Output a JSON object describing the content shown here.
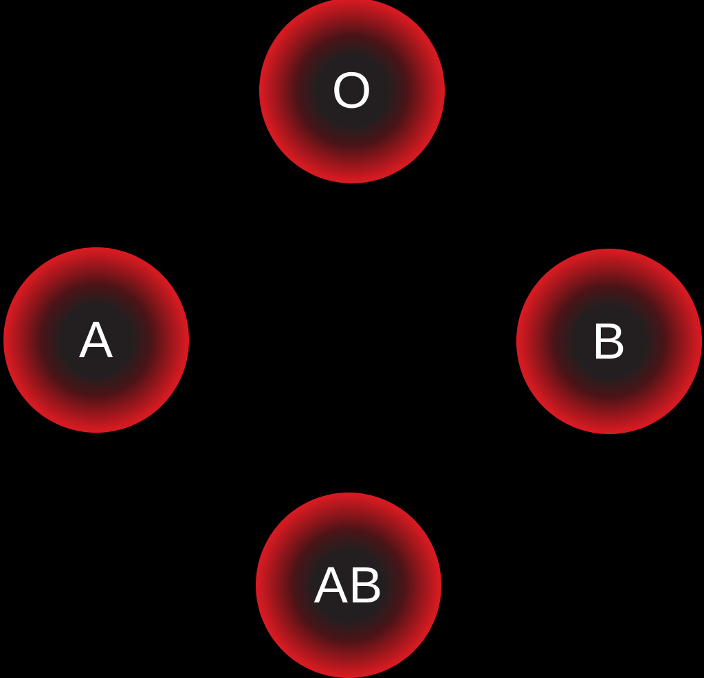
{
  "diagram": {
    "description": "Blood group diagram with four blood-type cells arranged in a diamond: O on top, A on the left, B on the right, AB on the bottom",
    "background_color": "#000000",
    "node_style": {
      "outer_ring_color": "#ed1c24",
      "core_color": "#231f20",
      "label_color": "#ffffff",
      "shape": "circle"
    },
    "nodes": [
      {
        "id": "o",
        "label": "O",
        "position": "top"
      },
      {
        "id": "a",
        "label": "A",
        "position": "left"
      },
      {
        "id": "b",
        "label": "B",
        "position": "right"
      },
      {
        "id": "ab",
        "label": "AB",
        "position": "bottom"
      }
    ]
  }
}
